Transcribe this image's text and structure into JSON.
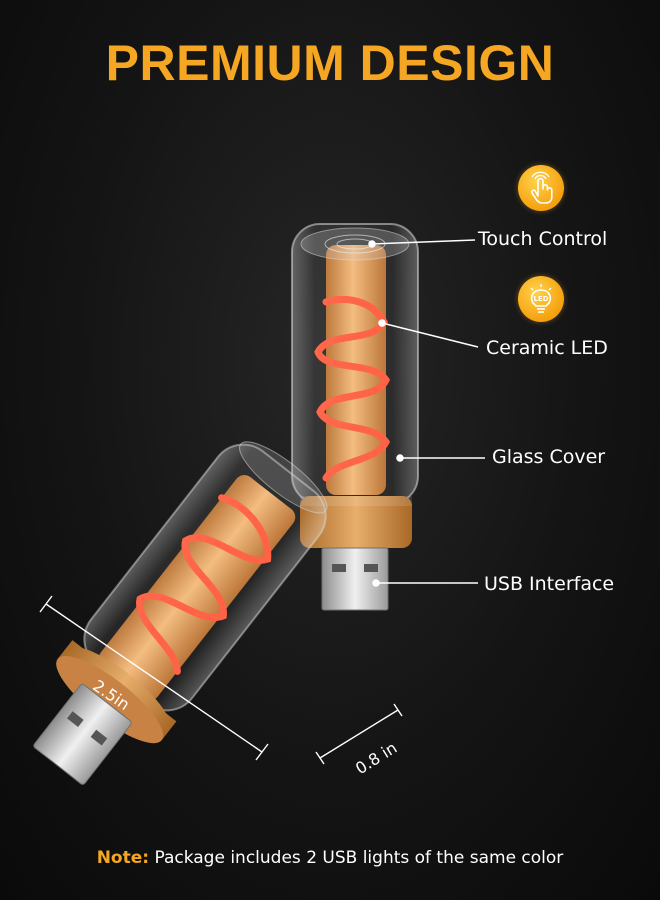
{
  "headline": "PREMIUM DESIGN",
  "callouts": {
    "touch_control": "Touch Control",
    "ceramic_led": "Ceramic LED",
    "glass_cover": "Glass Cover",
    "usb_interface": "USB Interface"
  },
  "badges": {
    "touch": "hand-pointer-icon",
    "led": "LED"
  },
  "dimensions": {
    "length": "2.5in",
    "width": "0.8 in"
  },
  "note": {
    "key": "Note:",
    "text": " Package includes 2 USB lights of the same color"
  },
  "colors": {
    "accent": "#f5a623",
    "filament": "#ff5a3c",
    "base": "#d8964a"
  }
}
